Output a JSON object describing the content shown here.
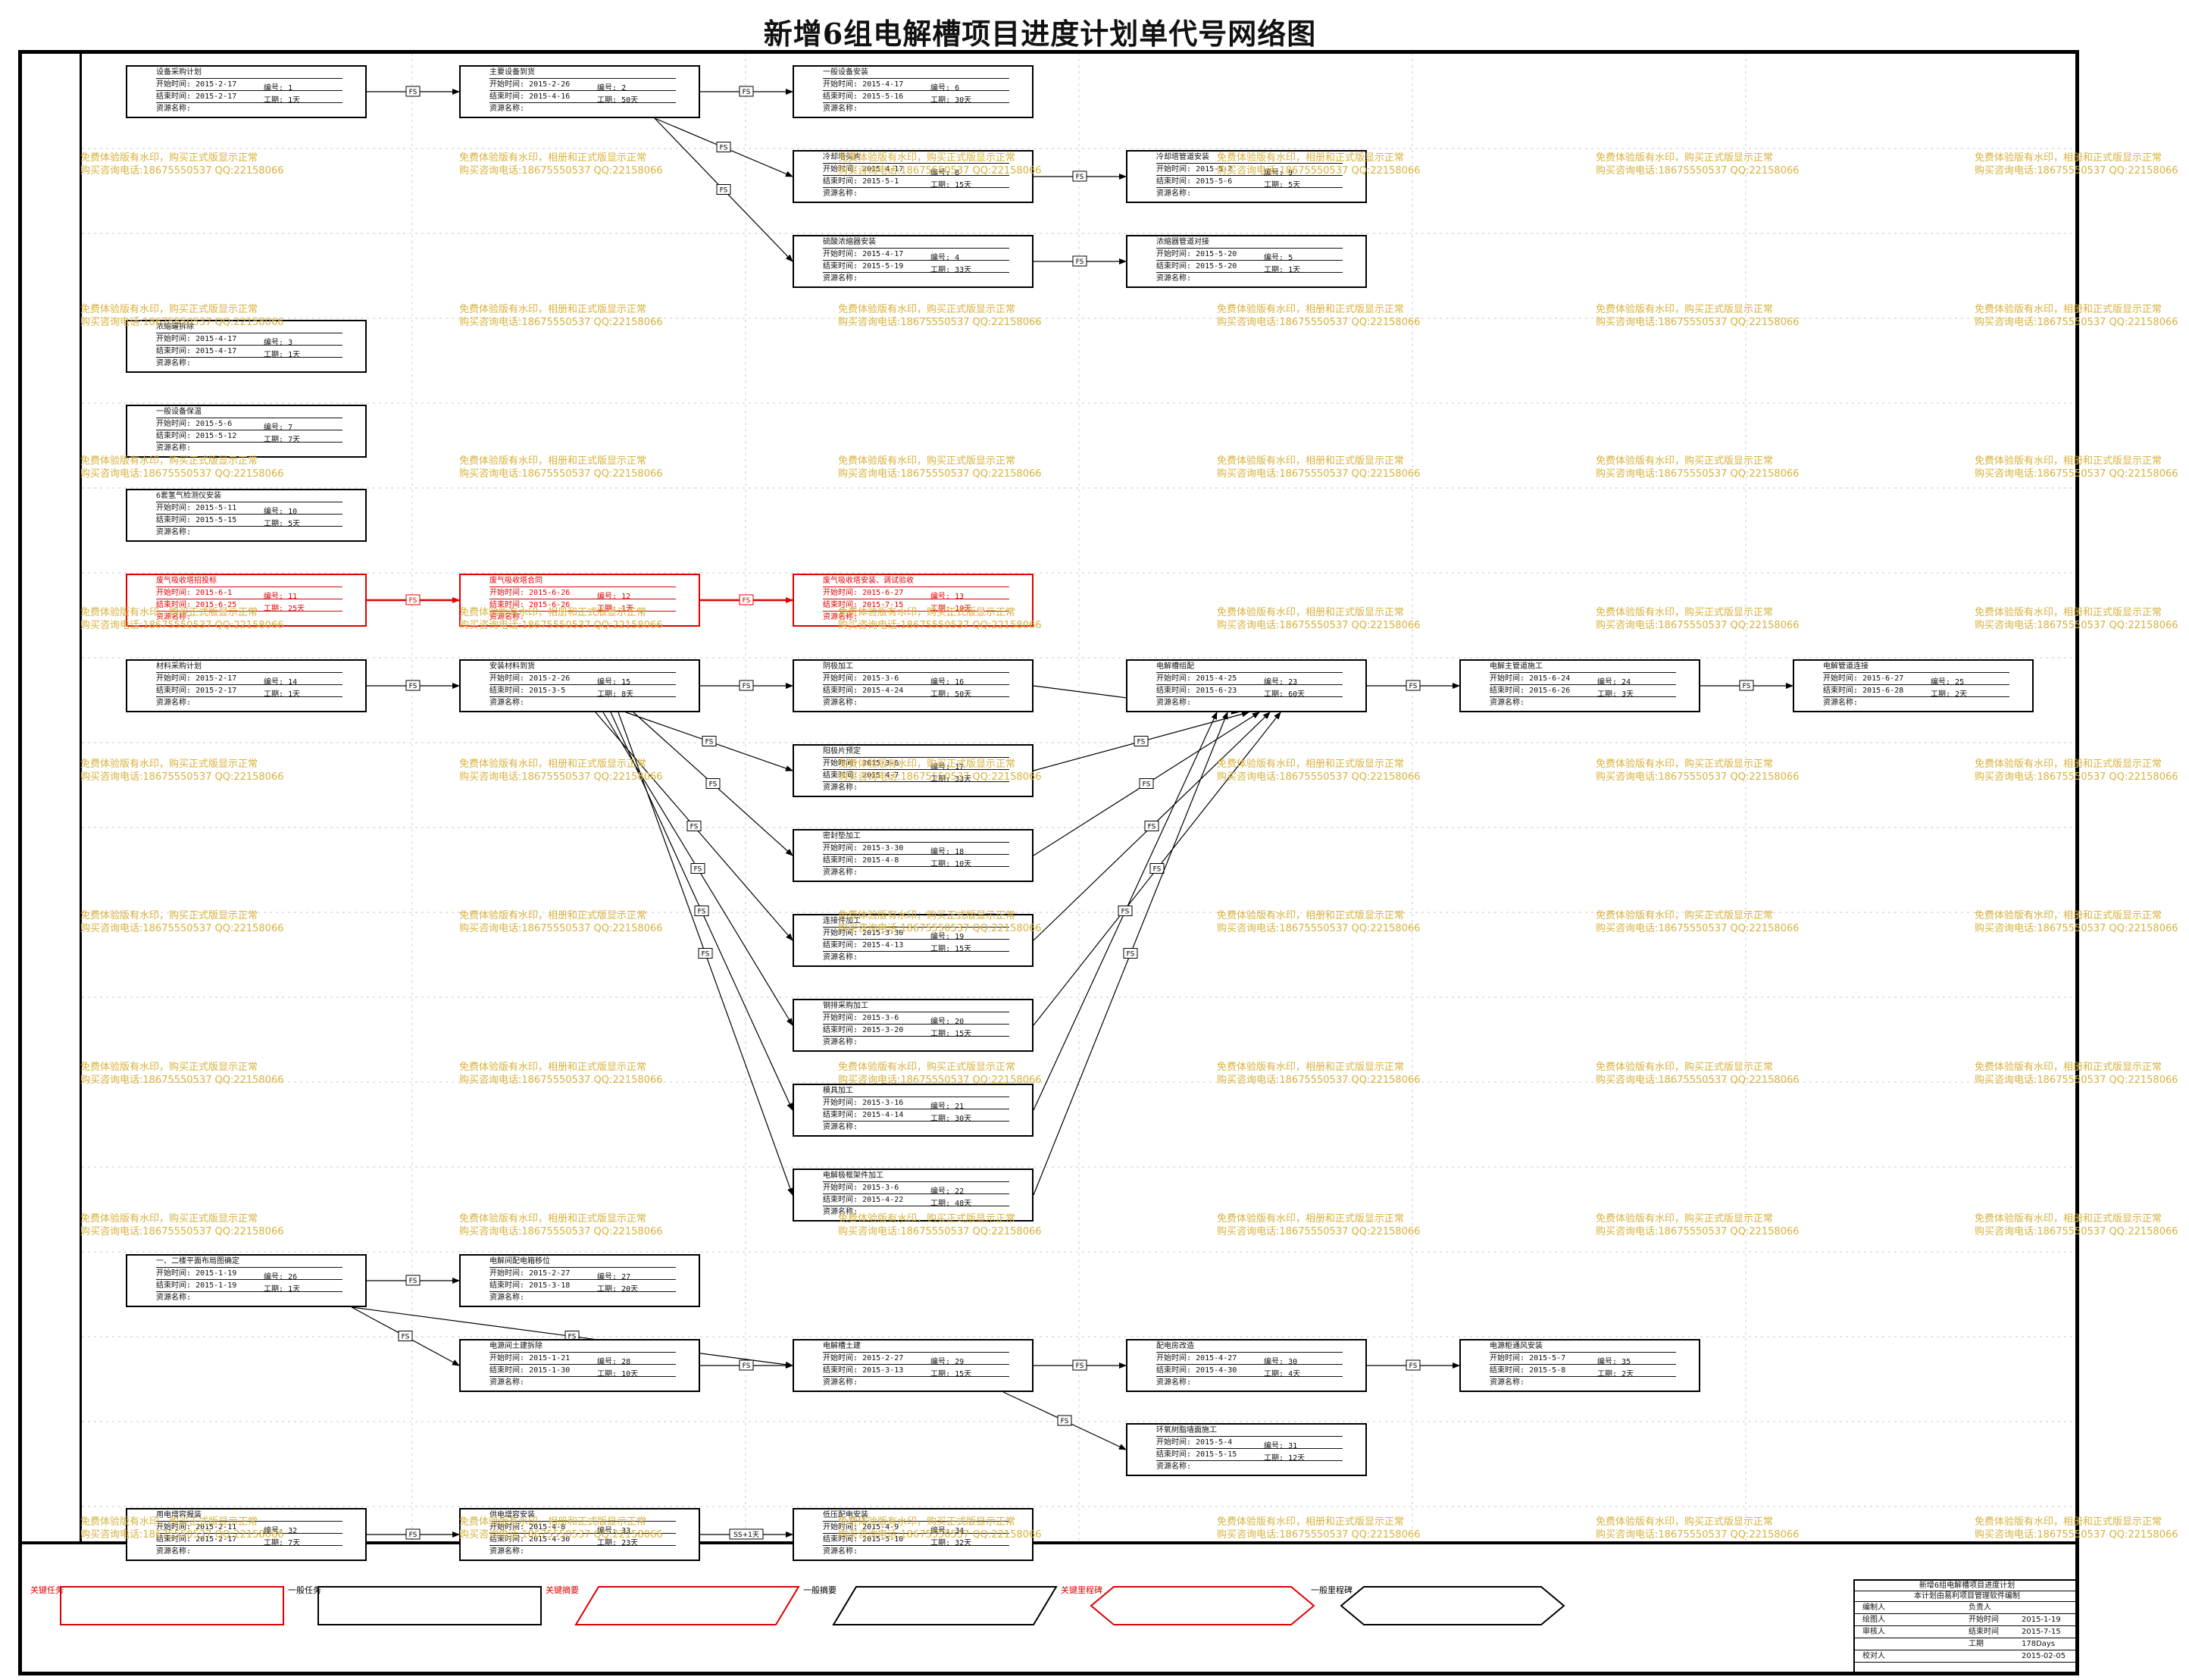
{
  "page_title": "新增6组电解槽项目进度计划单代号网络图",
  "field_labels": {
    "start": "开始时间:",
    "end": "结束时间:",
    "id": "编号:",
    "duration": "工期:",
    "resource": "资源名称:"
  },
  "dep_types": {
    "fs": "FS",
    "ss": "SS+1天"
  },
  "watermark": {
    "line1": "免费体验版有水印，购买正式版显示正常",
    "line1_alt": "免费体验版有水印，相册和正式版显示正常",
    "line2": "购买咨询电话:18675550537 QQ:22158066"
  },
  "tasks": [
    {
      "key": "t1",
      "name": "设备采购计划",
      "start": "2015-2-17",
      "end": "2015-2-17",
      "id": "1",
      "dur": "1天",
      "critical": false
    },
    {
      "key": "t2",
      "name": "主要设备到货",
      "start": "2015-2-26",
      "end": "2015-4-16",
      "id": "2",
      "dur": "50天",
      "critical": false
    },
    {
      "key": "t6",
      "name": "一般设备安装",
      "start": "2015-4-17",
      "end": "2015-5-16",
      "id": "6",
      "dur": "30天",
      "critical": false
    },
    {
      "key": "t8",
      "name": "冷却塔买购",
      "start": "2015-4-17",
      "end": "2015-5-1",
      "id": "8",
      "dur": "15天",
      "critical": false
    },
    {
      "key": "t9",
      "name": "冷却塔管道安装",
      "start": "2015-5-2",
      "end": "2015-5-6",
      "id": "9",
      "dur": "5天",
      "critical": false
    },
    {
      "key": "t4",
      "name": "硫酸浓缩器安装",
      "start": "2015-4-17",
      "end": "2015-5-19",
      "id": "4",
      "dur": "33天",
      "critical": false
    },
    {
      "key": "t5",
      "name": "浓缩器管道对接",
      "start": "2015-5-20",
      "end": "2015-5-20",
      "id": "5",
      "dur": "1天",
      "critical": false
    },
    {
      "key": "t3",
      "name": "浓缩罐拆除",
      "start": "2015-4-17",
      "end": "2015-4-17",
      "id": "3",
      "dur": "1天",
      "critical": false
    },
    {
      "key": "t7",
      "name": "一般设备保温",
      "start": "2015-5-6",
      "end": "2015-5-12",
      "id": "7",
      "dur": "7天",
      "critical": false
    },
    {
      "key": "t10",
      "name": "6套氢气检测仪安装",
      "start": "2015-5-11",
      "end": "2015-5-15",
      "id": "10",
      "dur": "5天",
      "critical": false
    },
    {
      "key": "t11",
      "name": "废气吸收塔招投标",
      "start": "2015-6-1",
      "end": "2015-6-25",
      "id": "11",
      "dur": "25天",
      "critical": true
    },
    {
      "key": "t12",
      "name": "废气吸收塔合同",
      "start": "2015-6-26",
      "end": "2015-6-26",
      "id": "12",
      "dur": "1天",
      "critical": true
    },
    {
      "key": "t13",
      "name": "废气吸收塔安装、调试验收",
      "start": "2015-6-27",
      "end": "2015-7-15",
      "id": "13",
      "dur": "19天",
      "critical": true
    },
    {
      "key": "t14",
      "name": "材料采购计划",
      "start": "2015-2-17",
      "end": "2015-2-17",
      "id": "14",
      "dur": "1天",
      "critical": false
    },
    {
      "key": "t15",
      "name": "安装材料到货",
      "start": "2015-2-26",
      "end": "2015-3-5",
      "id": "15",
      "dur": "8天",
      "critical": false
    },
    {
      "key": "t16",
      "name": "阴极加工",
      "start": "2015-3-6",
      "end": "2015-4-24",
      "id": "16",
      "dur": "50天",
      "critical": false
    },
    {
      "key": "t23",
      "name": "电解槽组配",
      "start": "2015-4-25",
      "end": "2015-6-23",
      "id": "23",
      "dur": "60天",
      "critical": false
    },
    {
      "key": "t24",
      "name": "电解主管道施工",
      "start": "2015-6-24",
      "end": "2015-6-26",
      "id": "24",
      "dur": "3天",
      "critical": false
    },
    {
      "key": "t25",
      "name": "电解管道连接",
      "start": "2015-6-27",
      "end": "2015-6-28",
      "id": "25",
      "dur": "2天",
      "critical": false
    },
    {
      "key": "t17",
      "name": "阳极片预定",
      "start": "2015-3-6",
      "end": "2015-4-7",
      "id": "17",
      "dur": "33天",
      "critical": false
    },
    {
      "key": "t18",
      "name": "密封垫加工",
      "start": "2015-3-30",
      "end": "2015-4-8",
      "id": "18",
      "dur": "10天",
      "critical": false
    },
    {
      "key": "t19",
      "name": "连接件加工",
      "start": "2015-3-30",
      "end": "2015-4-13",
      "id": "19",
      "dur": "15天",
      "critical": false
    },
    {
      "key": "t20",
      "name": "钢排采购加工",
      "start": "2015-3-6",
      "end": "2015-3-20",
      "id": "20",
      "dur": "15天",
      "critical": false
    },
    {
      "key": "t21",
      "name": "模具加工",
      "start": "2015-3-16",
      "end": "2015-4-14",
      "id": "21",
      "dur": "30天",
      "critical": false
    },
    {
      "key": "t22",
      "name": "电解极框架件加工",
      "start": "2015-3-6",
      "end": "2015-4-22",
      "id": "22",
      "dur": "48天",
      "critical": false
    },
    {
      "key": "t26",
      "name": "一、二楼平面布局图确定",
      "start": "2015-1-19",
      "end": "2015-1-19",
      "id": "26",
      "dur": "1天",
      "critical": false
    },
    {
      "key": "t27",
      "name": "电解间配电箱移位",
      "start": "2015-2-27",
      "end": "2015-3-18",
      "id": "27",
      "dur": "20天",
      "critical": false
    },
    {
      "key": "t28",
      "name": "电源间土建拆除",
      "start": "2015-1-21",
      "end": "2015-1-30",
      "id": "28",
      "dur": "10天",
      "critical": false
    },
    {
      "key": "t29",
      "name": "电解槽土建",
      "start": "2015-2-27",
      "end": "2015-3-13",
      "id": "29",
      "dur": "15天",
      "critical": false
    },
    {
      "key": "t30",
      "name": "配电房改造",
      "start": "2015-4-27",
      "end": "2015-4-30",
      "id": "30",
      "dur": "4天",
      "critical": false
    },
    {
      "key": "t35",
      "name": "电源柜通风安装",
      "start": "2015-5-7",
      "end": "2015-5-8",
      "id": "35",
      "dur": "2天",
      "critical": false
    },
    {
      "key": "t31",
      "name": "环氧树脂墙面施工",
      "start": "2015-5-4",
      "end": "2015-5-15",
      "id": "31",
      "dur": "12天",
      "critical": false
    },
    {
      "key": "t32",
      "name": "用电增容报装",
      "start": "2015-2-11",
      "end": "2015-2-17",
      "id": "32",
      "dur": "7天",
      "critical": false
    },
    {
      "key": "t33",
      "name": "供电增容安装",
      "start": "2015-4-8",
      "end": "2015-4-30",
      "id": "33",
      "dur": "23天",
      "critical": false
    },
    {
      "key": "t34",
      "name": "低压配电安装",
      "start": "2015-4-9",
      "end": "2015-5-10",
      "id": "34",
      "dur": "32天",
      "critical": false
    }
  ],
  "links": [
    {
      "from": "t1",
      "to": "t2",
      "type": "fs"
    },
    {
      "from": "t2",
      "to": "t6",
      "type": "fs"
    },
    {
      "from": "t2",
      "to": "t8",
      "type": "fs"
    },
    {
      "from": "t2",
      "to": "t4",
      "type": "fs"
    },
    {
      "from": "t8",
      "to": "t9",
      "type": "fs"
    },
    {
      "from": "t4",
      "to": "t5",
      "type": "fs"
    },
    {
      "from": "t11",
      "to": "t12",
      "type": "fs"
    },
    {
      "from": "t12",
      "to": "t13",
      "type": "fs"
    },
    {
      "from": "t14",
      "to": "t15",
      "type": "fs"
    },
    {
      "from": "t15",
      "to": "t16",
      "type": "fs"
    },
    {
      "from": "t15",
      "to": "t17",
      "type": "fs"
    },
    {
      "from": "t15",
      "to": "t18",
      "type": "fs"
    },
    {
      "from": "t15",
      "to": "t19",
      "type": "fs"
    },
    {
      "from": "t15",
      "to": "t20",
      "type": "fs"
    },
    {
      "from": "t15",
      "to": "t21",
      "type": "fs"
    },
    {
      "from": "t15",
      "to": "t22",
      "type": "fs"
    },
    {
      "from": "t16",
      "to": "t23",
      "type": "fs"
    },
    {
      "from": "t17",
      "to": "t23",
      "type": "fs"
    },
    {
      "from": "t18",
      "to": "t23",
      "type": "fs"
    },
    {
      "from": "t19",
      "to": "t23",
      "type": "fs"
    },
    {
      "from": "t20",
      "to": "t23",
      "type": "fs"
    },
    {
      "from": "t21",
      "to": "t23",
      "type": "fs"
    },
    {
      "from": "t22",
      "to": "t23",
      "type": "fs"
    },
    {
      "from": "t23",
      "to": "t24",
      "type": "fs"
    },
    {
      "from": "t24",
      "to": "t25",
      "type": "fs"
    },
    {
      "from": "t26",
      "to": "t27",
      "type": "fs"
    },
    {
      "from": "t26",
      "to": "t28",
      "type": "fs"
    },
    {
      "from": "t26",
      "to": "t29",
      "type": "fs"
    },
    {
      "from": "t28",
      "to": "t29",
      "type": "fs"
    },
    {
      "from": "t29",
      "to": "t30",
      "type": "fs"
    },
    {
      "from": "t29",
      "to": "t31",
      "type": "fs"
    },
    {
      "from": "t30",
      "to": "t35",
      "type": "fs"
    },
    {
      "from": "t32",
      "to": "t33",
      "type": "fs"
    },
    {
      "from": "t33",
      "to": "t34",
      "type": "ss"
    }
  ],
  "legend": [
    {
      "label": "关键任务",
      "shape": "rect",
      "critical": true
    },
    {
      "label": "一般任务",
      "shape": "rect",
      "critical": false
    },
    {
      "label": "关键摘要",
      "shape": "para",
      "critical": true
    },
    {
      "label": "一般摘要",
      "shape": "para",
      "critical": false
    },
    {
      "label": "关键里程碑",
      "shape": "hex",
      "critical": true
    },
    {
      "label": "一般里程碑",
      "shape": "hex",
      "critical": false
    }
  ],
  "info": {
    "title": "新增6组电解槽项目进度计划",
    "subtitle": "本计划由易利项目管理软件编制",
    "rows": [
      {
        "a": "编制人",
        "b": "负责人",
        "c": ""
      },
      {
        "a": "绘图人",
        "b": "开始时间",
        "c": "2015-1-19"
      },
      {
        "a": "审核人",
        "b": "结束时间",
        "c": "2015-7-15"
      },
      {
        "a": "",
        "b": "工期",
        "c": "178Days"
      },
      {
        "a": "校对人",
        "b": "",
        "c": "2015-02-05"
      }
    ]
  },
  "colors": {
    "critical": "#e00000",
    "normal": "#000000",
    "watermark": "#d7b13d",
    "grid": "#c8c8c8"
  }
}
